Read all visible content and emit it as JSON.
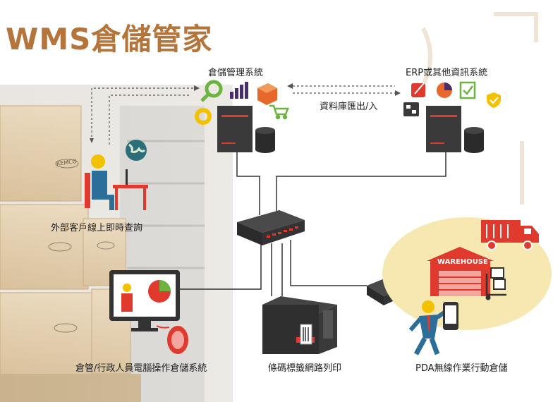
{
  "title": "WMS倉儲管家",
  "nodes": {
    "wms_system": "倉儲管理系統",
    "erp_system": "ERP或其他資訊系統",
    "db_transfer": "資料庫匯出/入",
    "external_customer": "外部客戶線上即時查詢",
    "admin_pc": "倉管/行政人員電腦操作倉儲系統",
    "barcode_printer": "條碼標籤網路列印",
    "pda": "PDA無線作業行動倉儲",
    "warehouse_sign": "WAREHOUSE",
    "box_brand": "KEMCO"
  },
  "colors": {
    "title": "#b5743a",
    "accent_red": "#e03a2f",
    "device_dark": "#3a3a3a",
    "warehouse_bg": "#f7e7b0"
  }
}
